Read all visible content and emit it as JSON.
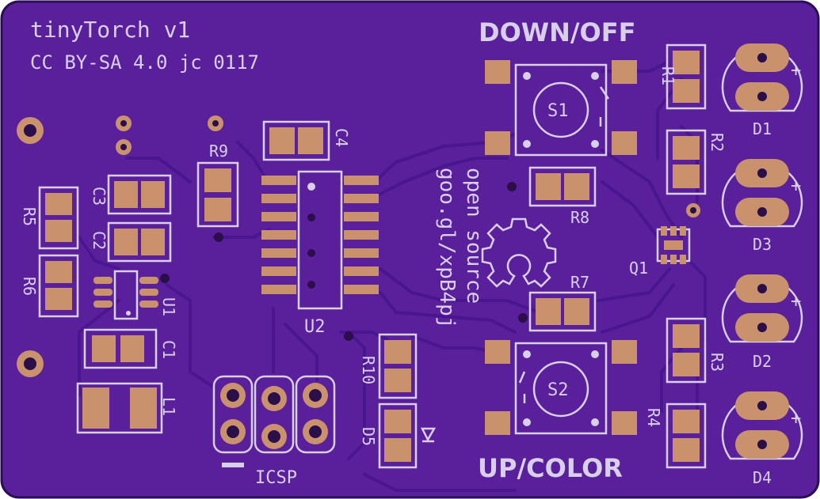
{
  "board": {
    "title": "tinyTorch v1",
    "license": "CC BY-SA 4.0 jc 0117",
    "button_top_label": "DOWN/OFF",
    "button_bottom_label": "UP/COLOR",
    "open_source_line1": "open source",
    "open_source_line2": "goo.gl/xpB4pj",
    "header_label": "ICSP",
    "colors": {
      "board": "#5a1f9a",
      "silkscreen": "#d8cfe8",
      "pad": "#c9926d",
      "trace": "#4a1690",
      "edge": "#2b0d55"
    }
  },
  "designators": {
    "R1": "R1",
    "R2": "R2",
    "R3": "R3",
    "R4": "R4",
    "R5": "R5",
    "R6": "R6",
    "R7": "R7",
    "R8": "R8",
    "R9": "R9",
    "R10": "R10",
    "C1": "C1",
    "C2": "C2",
    "C3": "C3",
    "C4": "C4",
    "D1": "D1",
    "D2": "D2",
    "D3": "D3",
    "D4": "D4",
    "D5": "D5",
    "U1": "U1",
    "U2": "U2",
    "L1": "L1",
    "Q1": "Q1",
    "S1": "S1",
    "S2": "S2",
    "plus": "+"
  }
}
